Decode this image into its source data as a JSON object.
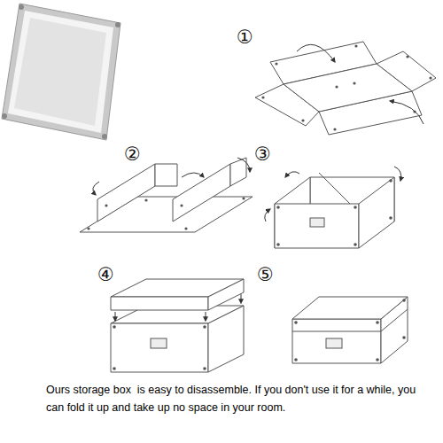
{
  "diagram": {
    "caption": "Ours storage box  is easy to disassemble. If you don't use it for a while, you can fold it up and take up no space in your room.",
    "labels": [
      "①",
      "②",
      "③",
      "④",
      "⑤"
    ]
  }
}
